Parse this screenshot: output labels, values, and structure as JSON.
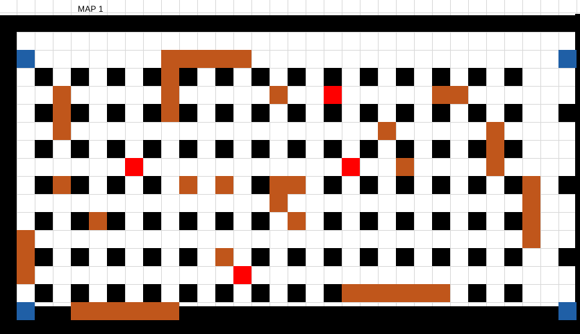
{
  "sheet": {
    "title": "MAP 1"
  },
  "colors": {
    "wall": "#000000",
    "floor": "#ffffff",
    "gridline": "#d9d9d9",
    "crate": "#c0561b",
    "target": "#ff0000",
    "spawn": "#1f5fa6"
  },
  "legend_semantics": {
    "wall": "indestructible-block",
    "crate": "destructible-block",
    "target": "red-tile",
    "spawn": "blue-corner-tile"
  },
  "map": {
    "columns": 32,
    "rows": 16,
    "pillar_rows": [
      2,
      4,
      6,
      8,
      10,
      12,
      14
    ],
    "pillar_cols": [
      2,
      4,
      6,
      8,
      10,
      12,
      14,
      16,
      18,
      20,
      22,
      24,
      26,
      28
    ],
    "extra_walls": [
      [
        4,
        30
      ],
      [
        8,
        30
      ],
      [
        12,
        30
      ]
    ],
    "spawns": [
      [
        1,
        0
      ],
      [
        1,
        30
      ],
      [
        15,
        0
      ],
      [
        15,
        30
      ]
    ],
    "targets": [
      [
        3,
        17
      ],
      [
        7,
        6
      ],
      [
        7,
        18
      ],
      [
        13,
        12
      ]
    ],
    "crates": [
      [
        1,
        8
      ],
      [
        1,
        9
      ],
      [
        1,
        10
      ],
      [
        1,
        11
      ],
      [
        1,
        12
      ],
      [
        2,
        8
      ],
      [
        3,
        8
      ],
      [
        4,
        8
      ],
      [
        3,
        2
      ],
      [
        4,
        2
      ],
      [
        5,
        2
      ],
      [
        3,
        14
      ],
      [
        3,
        23
      ],
      [
        3,
        24
      ],
      [
        5,
        20
      ],
      [
        5,
        26
      ],
      [
        6,
        26
      ],
      [
        7,
        26
      ],
      [
        7,
        21
      ],
      [
        8,
        2
      ],
      [
        8,
        9
      ],
      [
        8,
        11
      ],
      [
        8,
        14
      ],
      [
        8,
        15
      ],
      [
        9,
        14
      ],
      [
        8,
        28
      ],
      [
        9,
        28
      ],
      [
        10,
        28
      ],
      [
        11,
        28
      ],
      [
        10,
        4
      ],
      [
        10,
        15
      ],
      [
        11,
        0
      ],
      [
        12,
        0
      ],
      [
        13,
        0
      ],
      [
        12,
        11
      ],
      [
        14,
        18
      ],
      [
        14,
        19
      ],
      [
        14,
        20
      ],
      [
        14,
        21
      ],
      [
        14,
        22
      ],
      [
        14,
        23
      ],
      [
        15,
        3
      ],
      [
        15,
        4
      ],
      [
        15,
        5
      ],
      [
        15,
        6
      ],
      [
        15,
        7
      ],
      [
        15,
        8
      ]
    ]
  }
}
